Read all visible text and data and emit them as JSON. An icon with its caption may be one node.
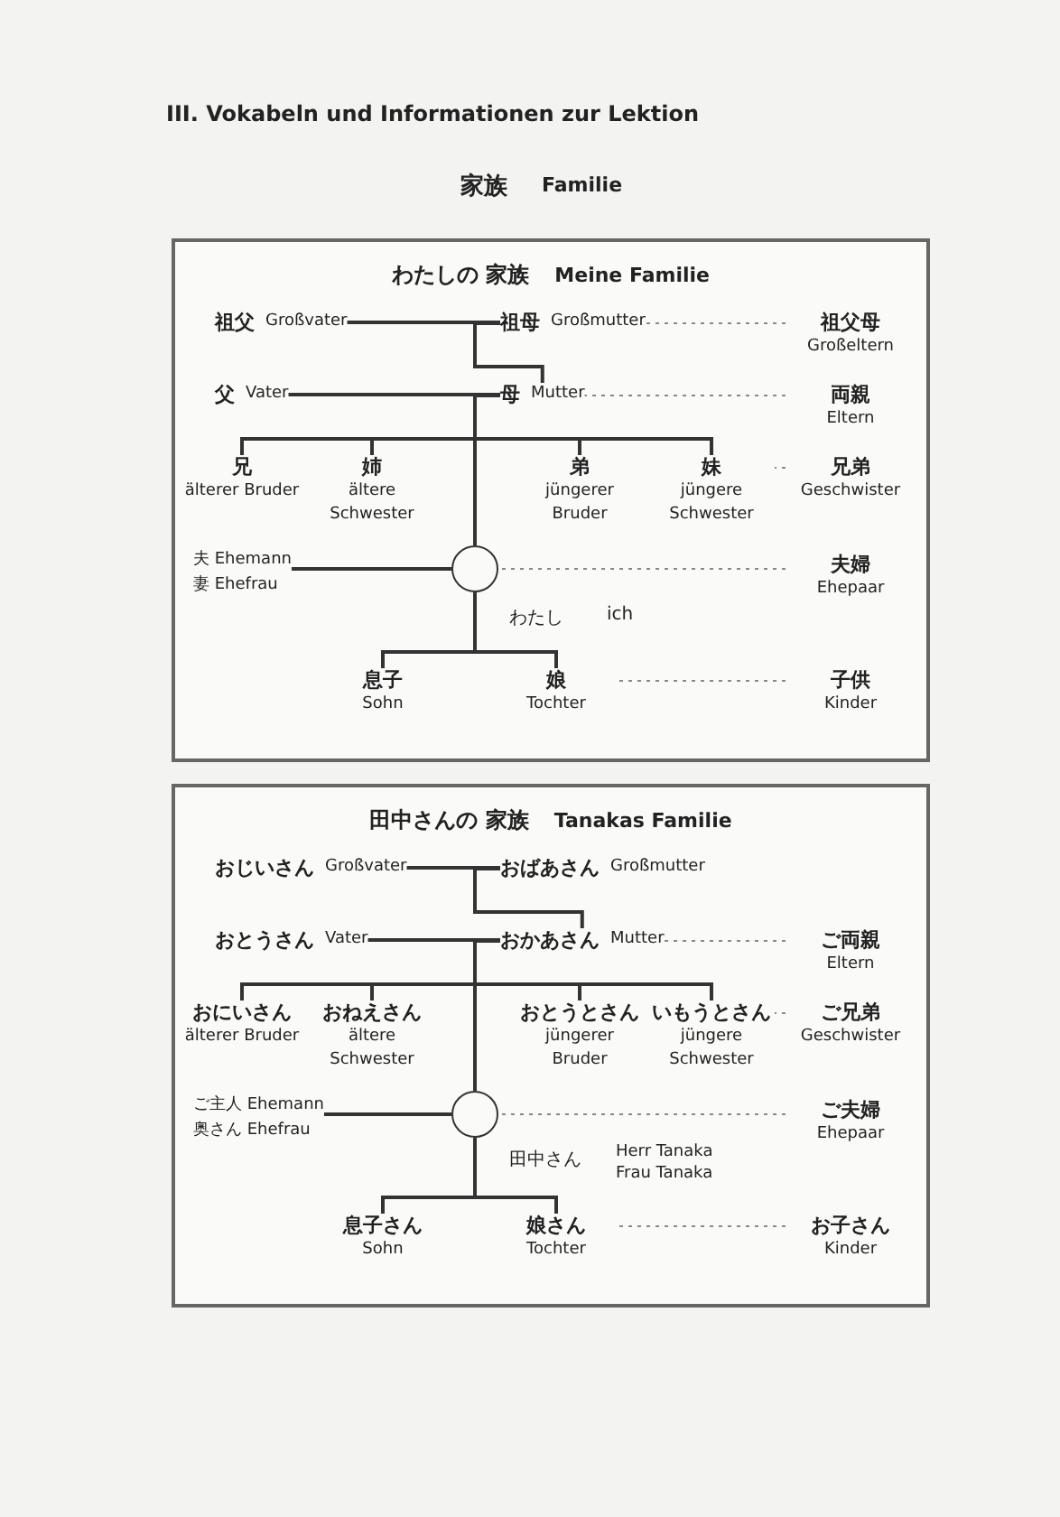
{
  "diagram": {
    "title": "III. Vokabeln und Informationen zur Lektion",
    "nodes": [
      {
        "text": [
          "わたしの 家族",
          "Meine Familie"
        ]
      },
      {
        "text": [
          "祖父",
          "Großvater"
        ],
        "in": 0
      },
      {
        "text": [
          "祖母",
          "Großmutter"
        ],
        "in": 0
      },
      {
        "text": [
          "父",
          "Vater"
        ],
        "in": 0
      },
      {
        "text": [
          "母",
          "Mutter"
        ],
        "in": 0
      },
      {
        "text": [
          "兄",
          "älterer Bruder"
        ],
        "in": 0
      },
      {
        "text": [
          "姉",
          "ältere Schwester"
        ],
        "in": 0
      },
      {
        "text": [],
        "shape": "circle",
        "in": 0
      },
      {
        "text": [
          "弟",
          "jüngerer Bruder"
        ],
        "in": 0
      },
      {
        "text": [
          "妹",
          "jüngere Schwester"
        ],
        "in": 0
      },
      {
        "text": [
          "夫 Ehemann",
          "妻 Ehefrau"
        ],
        "in": 0
      },
      {
        "text": [
          "息子",
          "Sohn"
        ],
        "in": 0
      },
      {
        "text": [
          "娘",
          "Tochter"
        ],
        "in": 0
      },
      {
        "text": [
          "祖父母",
          "Großeltern"
        ],
        "in": 0
      },
      {
        "text": [
          "両親",
          "Eltern"
        ],
        "in": 0
      },
      {
        "text": [
          "兄弟",
          "Geschwister"
        ],
        "in": 0
      },
      {
        "text": [
          "夫婦",
          "Ehepaar"
        ],
        "in": 0
      },
      {
        "text": [
          "子供",
          "Kinder"
        ],
        "in": 0
      },
      {
        "text": [
          "田中さんの 家族",
          "Tanakas Familie"
        ]
      },
      {
        "text": [
          "おじいさん",
          "Großvater"
        ],
        "in": 18
      },
      {
        "text": [
          "おばあさん",
          "Großmutter"
        ],
        "in": 18
      },
      {
        "text": [
          "おとうさん",
          "Vater"
        ],
        "in": 18
      },
      {
        "text": [
          "おかあさん",
          "Mutter"
        ],
        "in": 18
      },
      {
        "text": [
          "おにいさん",
          "älterer Bruder"
        ],
        "in": 18
      },
      {
        "text": [
          "おねえさん",
          "ältere Schwester"
        ],
        "in": 18
      },
      {
        "text": [],
        "shape": "circle",
        "in": 18
      },
      {
        "text": [
          "おとうとさん",
          "jüngerer Bruder"
        ],
        "in": 18
      },
      {
        "text": [
          "いもうとさん",
          "jüngere Schwester"
        ],
        "in": 18
      },
      {
        "text": [
          "ご主人 Ehemann",
          "奥さん Ehefrau"
        ],
        "in": 18
      },
      {
        "text": [
          "息子さん",
          "Sohn"
        ],
        "in": 18
      },
      {
        "text": [
          "娘さん",
          "Tochter"
        ],
        "in": 18
      },
      {
        "text": [
          "ご両親",
          "Eltern"
        ],
        "in": 18
      },
      {
        "text": [
          "ご兄弟",
          "Geschwister"
        ],
        "in": 18
      },
      {
        "text": [
          "ご夫婦",
          "Ehepaar"
        ],
        "in": 18
      },
      {
        "text": [
          "お子さん",
          "Kinder"
        ],
        "in": 18
      }
    ],
    "edges": [
      {
        "from": 1,
        "to": 2,
        "arrow": "none"
      },
      {
        "from": 2,
        "to": 4,
        "arrow": "none"
      },
      {
        "from": 3,
        "to": 4,
        "arrow": "none"
      },
      {
        "from": 4,
        "to": 5,
        "arrow": "none"
      },
      {
        "from": 4,
        "to": 6,
        "arrow": "none"
      },
      {
        "from": 4,
        "to": 7,
        "arrow": "none"
      },
      {
        "from": 4,
        "to": 8,
        "arrow": "none"
      },
      {
        "from": 4,
        "to": 9,
        "arrow": "none"
      },
      {
        "from": 10,
        "to": 7,
        "arrow": "none"
      },
      {
        "from": 7,
        "to": 11,
        "arrow": "none"
      },
      {
        "from": 7,
        "to": 12,
        "arrow": "none"
      },
      {
        "from": 13,
        "to": 2,
        "arrow": "none",
        "style": "dashed"
      },
      {
        "from": 14,
        "to": 4,
        "arrow": "none",
        "style": "dashed"
      },
      {
        "from": 15,
        "to": 9,
        "arrow": "none",
        "style": "dashed"
      },
      {
        "from": 16,
        "to": 7,
        "arrow": "none",
        "style": "dashed"
      },
      {
        "from": 17,
        "to": 12,
        "arrow": "none",
        "style": "dashed"
      },
      {
        "from": 19,
        "to": 20,
        "arrow": "none"
      },
      {
        "from": 20,
        "to": 22,
        "arrow": "none"
      },
      {
        "from": 21,
        "to": 22,
        "arrow": "none"
      },
      {
        "from": 22,
        "to": 23,
        "arrow": "none"
      },
      {
        "from": 22,
        "to": 24,
        "arrow": "none"
      },
      {
        "from": 22,
        "to": 25,
        "arrow": "none"
      },
      {
        "from": 22,
        "to": 26,
        "arrow": "none"
      },
      {
        "from": 22,
        "to": 27,
        "arrow": "none"
      },
      {
        "from": 28,
        "to": 25,
        "arrow": "none"
      },
      {
        "from": 25,
        "to": 29,
        "arrow": "none"
      },
      {
        "from": 25,
        "to": 30,
        "arrow": "none"
      },
      {
        "from": 31,
        "to": 22,
        "arrow": "none",
        "style": "dashed"
      },
      {
        "from": 32,
        "to": 27,
        "arrow": "none",
        "style": "dashed"
      },
      {
        "from": 33,
        "to": 25,
        "arrow": "none",
        "style": "dashed"
      },
      {
        "from": 34,
        "to": 30,
        "arrow": "none",
        "style": "dashed"
      }
    ],
    "labels": [
      "家族",
      "Familie",
      "わたし",
      "ich",
      "田中さん",
      "Herr Tanaka",
      "Frau Tanaka"
    ]
  }
}
